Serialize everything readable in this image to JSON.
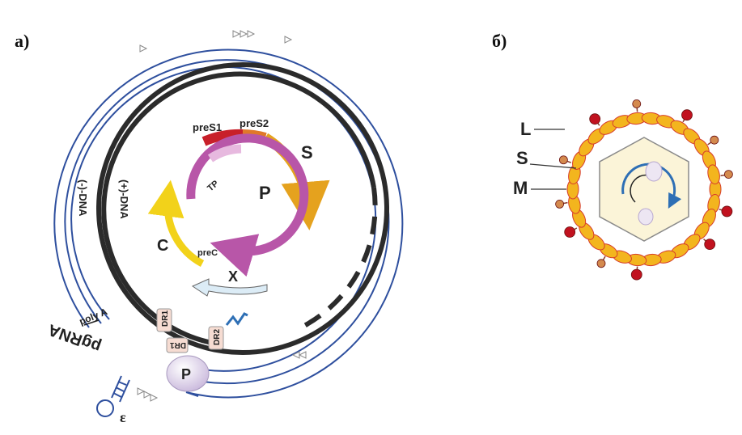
{
  "panel_a": {
    "label": "а)",
    "strands": {
      "minus_dna": "(-)-DNA",
      "plus_dna": "(+)-DNA"
    },
    "genes": {
      "preS1": "preS1",
      "preS2": "preS2",
      "S": "S",
      "P": "P",
      "TP": "TP",
      "C": "C",
      "preC": "preC",
      "X": "X"
    },
    "elements": {
      "dr1": "DR1",
      "dr2": "DR2",
      "dr1_inner": "DR1",
      "polymerase": "P",
      "poly_a": "poly A",
      "pgrna": "pgRNA",
      "epsilon": "ε"
    },
    "colors": {
      "dna": "#2b2b2b",
      "rna": "#2e4f9e",
      "preS1": "#c8202a",
      "preS2": "#e0782a",
      "S": "#e5a21e",
      "P": "#b856a8",
      "C": "#f2d21a",
      "X": "#dcecf6"
    }
  },
  "panel_b": {
    "label": "б)",
    "proteins": {
      "L": "L",
      "S": "S",
      "M": "M"
    },
    "colors": {
      "envelope": "#f3b51e",
      "envelope_edge": "#d63c2c",
      "L_protein": "#c1121f",
      "M_protein": "#d48a4e",
      "capsid": "#fbf4d8",
      "genome": "#2e6fb5",
      "polymerase": "#d9cfe6"
    }
  }
}
